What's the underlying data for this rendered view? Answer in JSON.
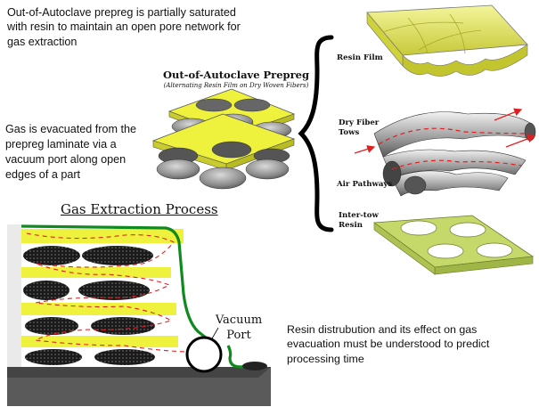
{
  "intro_text": "Out-of-Autoclave prepreg is partially saturated with resin to maintain an open pore network for gas extraction",
  "gas_evac_text": "Gas is evacuated from the prepreg  laminate via a vacuum port along open edges of a part",
  "prepreg_title": "Out-of-Autoclave Prepreg",
  "prepreg_subtitle": "(Alternating Resin Film on Dry Woven Fibers)",
  "labels": {
    "resin_film": "Resin Film",
    "dry_fiber_tows": "Dry Fiber Tows",
    "air_pathways": "Air Pathways",
    "inter_tow_resin": "Inter-tow Resin"
  },
  "gas_extraction_title": "Gas Extraction Process",
  "vacuum_port_label": "Vacuum Port",
  "outro_text": "Resin distrubution and its effect on gas evacuation must be understood to predict processing time",
  "colors": {
    "resin_yellow": "#eef23c",
    "film_yellow": "#d4d64a",
    "intertow_green": "#c5d96a",
    "fiber_gray": "#8c8c8c",
    "vacuum_bag_green": "#0f8a1e",
    "air_path_red": "#e02020",
    "tool_gray": "#5a5a5a"
  }
}
